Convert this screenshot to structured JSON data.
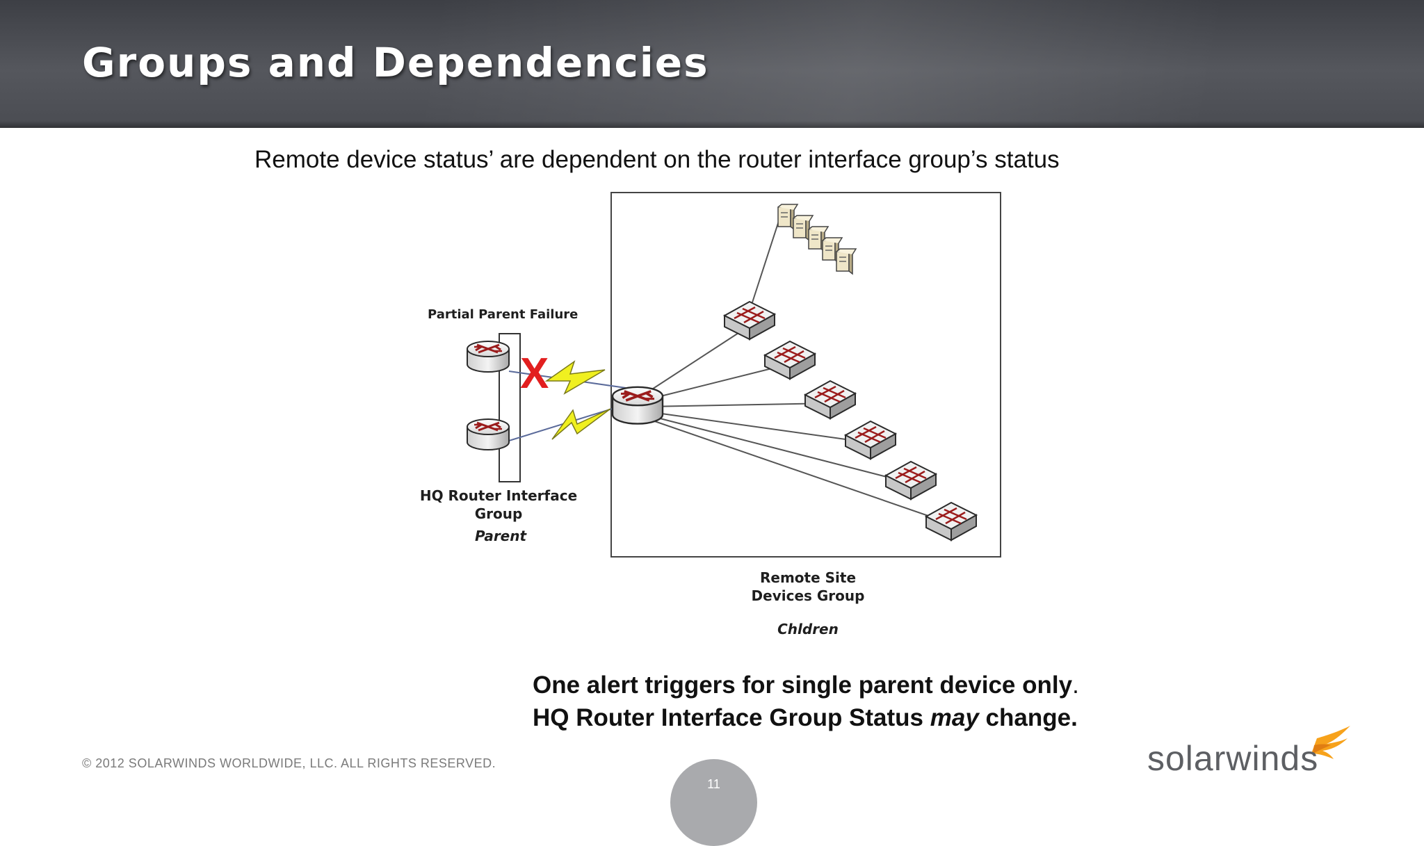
{
  "slide": {
    "title": "Groups and Dependencies",
    "subtitle": "Remote device status’ are dependent on the router interface group’s status",
    "page_number": "11",
    "copyright": "© 2012 SOLARWINDS WORLDWIDE, LLC.  ALL RIGHTS RESERVED.",
    "logo_text": "solarwinds"
  },
  "diagram": {
    "failure_label": "Partial Parent Failure",
    "failure_mark": "X",
    "parent_group_line1": "HQ Router Interface",
    "parent_group_line2": "Group",
    "parent_role": "Parent",
    "children_group_line1": "Remote Site",
    "children_group_line2": "Devices Group",
    "children_role": "Chldren"
  },
  "conclusion": {
    "line1_bold": "One alert triggers for single parent device only",
    "line1_period": ".",
    "line2_start": "HQ Router Interface Group Status ",
    "line2_emph": "may",
    "line2_end": " change."
  },
  "colors": {
    "header_bg": "#4a4c52",
    "failure_red": "#e21f1f",
    "lightning_yellow": "#f0f020",
    "logo_orange": "#f7a21b",
    "logo_gray": "#5d5f63",
    "page_tab_gray": "#a9aaad"
  },
  "icons": [
    "router-icon",
    "switch-icon",
    "server-icon",
    "lightning-link-icon",
    "solarwinds-flame-icon"
  ]
}
